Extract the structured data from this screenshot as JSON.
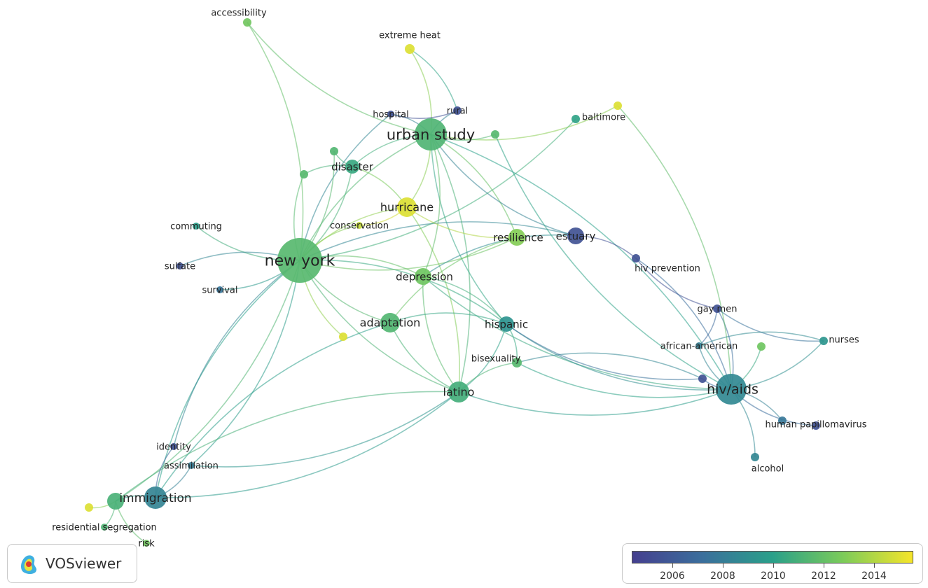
{
  "app": {
    "logo_text": "VOSviewer"
  },
  "legend": {
    "ticks": [
      "2006",
      "2008",
      "2010",
      "2012",
      "2014"
    ],
    "colors": [
      "#453f8f",
      "#3b6f9c",
      "#2aa08a",
      "#7bcb5a",
      "#f6e52a"
    ]
  },
  "nodes": [
    {
      "id": "new_york",
      "label": "new york",
      "year": 2011.6
    },
    {
      "id": "urban_study",
      "label": "urban study",
      "year": 2011.3
    },
    {
      "id": "hiv_aids",
      "label": "hiv/aids",
      "year": 2008.7
    },
    {
      "id": "immigration_b",
      "label": "immigration",
      "year": 2008.4
    },
    {
      "id": "immigration_g",
      "label": "",
      "year": 2011.1
    },
    {
      "id": "latino",
      "label": "latino",
      "year": 2010.9
    },
    {
      "id": "hurricane",
      "label": "hurricane",
      "year": 2015.0
    },
    {
      "id": "adaptation",
      "label": "adaptation",
      "year": 2011.4
    },
    {
      "id": "depression",
      "label": "depression",
      "year": 2012.4
    },
    {
      "id": "resilience",
      "label": "resilience",
      "year": 2013.0
    },
    {
      "id": "estuary",
      "label": "estuary",
      "year": 2005.5
    },
    {
      "id": "hispanic",
      "label": "hispanic",
      "year": 2009.3
    },
    {
      "id": "disaster",
      "label": "disaster",
      "year": 2010.5
    },
    {
      "id": "accessibility",
      "label": "accessibility",
      "year": 2012.5
    },
    {
      "id": "extreme_heat",
      "label": "extreme heat",
      "year": 2015.0
    },
    {
      "id": "hospital",
      "label": "hospital",
      "year": 2005.5
    },
    {
      "id": "rural",
      "label": "rural",
      "year": 2005.5
    },
    {
      "id": "baltimore",
      "label": "baltimore",
      "year": 2010.2
    },
    {
      "id": "baltimore_y",
      "label": "",
      "year": 2015.0
    },
    {
      "id": "commuting",
      "label": "commuting",
      "year": 2010.0
    },
    {
      "id": "sulfate",
      "label": "sulfate",
      "year": 2005.5
    },
    {
      "id": "survival",
      "label": "survival",
      "year": 2007.6
    },
    {
      "id": "conservation",
      "label": "conservation",
      "year": 2014.5
    },
    {
      "id": "hiv_prevention",
      "label": "hiv prevention",
      "year": 2005.5
    },
    {
      "id": "gay_men",
      "label": "gay men",
      "year": 2005.5
    },
    {
      "id": "african_american",
      "label": "african-american",
      "year": 2008.2
    },
    {
      "id": "nurses",
      "label": "nurses",
      "year": 2009.4
    },
    {
      "id": "bisexuality",
      "label": "bisexuality",
      "year": 2011.6
    },
    {
      "id": "human_papillomavirus",
      "label": "human papillomavirus",
      "year": 2007.7
    },
    {
      "id": "hpv_p",
      "label": "",
      "year": 2005.5
    },
    {
      "id": "alcohol",
      "label": "alcohol",
      "year": 2008.6
    },
    {
      "id": "identity",
      "label": "identity",
      "year": 2005.5
    },
    {
      "id": "assimilation",
      "label": "assimilation",
      "year": 2008.0
    },
    {
      "id": "residential_segregation",
      "label": "residential segregation",
      "year": 2011.3
    },
    {
      "id": "risk",
      "label": "risk",
      "year": 2012.5
    },
    {
      "id": "hiv_p",
      "label": "",
      "year": 2005.5
    },
    {
      "id": "n_green_right",
      "label": "",
      "year": 2012.4
    },
    {
      "id": "n_yellow_left",
      "label": "",
      "year": 2015.0
    },
    {
      "id": "n_disaster_a",
      "label": "",
      "year": 2011.4
    },
    {
      "id": "n_disaster_b",
      "label": "",
      "year": 2011.6
    },
    {
      "id": "n_urban_r",
      "label": "",
      "year": 2011.6
    },
    {
      "id": "n_yellow_adapt",
      "label": "",
      "year": 2015.0
    }
  ],
  "links": [
    [
      "new_york",
      "urban_study"
    ],
    [
      "new_york",
      "disaster"
    ],
    [
      "new_york",
      "hurricane"
    ],
    [
      "new_york",
      "adaptation"
    ],
    [
      "new_york",
      "depression"
    ],
    [
      "new_york",
      "latino"
    ],
    [
      "new_york",
      "hispanic"
    ],
    [
      "new_york",
      "resilience"
    ],
    [
      "new_york",
      "estuary"
    ],
    [
      "new_york",
      "accessibility"
    ],
    [
      "new_york",
      "commuting"
    ],
    [
      "new_york",
      "sulfate"
    ],
    [
      "new_york",
      "survival"
    ],
    [
      "new_york",
      "immigration_b"
    ],
    [
      "new_york",
      "immigration_g"
    ],
    [
      "new_york",
      "identity"
    ],
    [
      "new_york",
      "assimilation"
    ],
    [
      "new_york",
      "n_yellow_adapt"
    ],
    [
      "new_york",
      "conservation"
    ],
    [
      "new_york",
      "baltimore"
    ],
    [
      "new_york",
      "hospital"
    ],
    [
      "new_york",
      "n_disaster_a"
    ],
    [
      "new_york",
      "n_disaster_b"
    ],
    [
      "urban_study",
      "disaster"
    ],
    [
      "urban_study",
      "hurricane"
    ],
    [
      "urban_study",
      "extreme_heat"
    ],
    [
      "urban_study",
      "accessibility"
    ],
    [
      "urban_study",
      "hospital"
    ],
    [
      "urban_study",
      "rural"
    ],
    [
      "urban_study",
      "baltimore_y"
    ],
    [
      "urban_study",
      "latino"
    ],
    [
      "urban_study",
      "hispanic"
    ],
    [
      "urban_study",
      "depression"
    ],
    [
      "urban_study",
      "n_urban_r"
    ],
    [
      "urban_study",
      "resilience"
    ],
    [
      "urban_study",
      "estuary"
    ],
    [
      "urban_study",
      "hiv_aids"
    ],
    [
      "hurricane",
      "resilience"
    ],
    [
      "hurricane",
      "conservation"
    ],
    [
      "hurricane",
      "disaster"
    ],
    [
      "hurricane",
      "latino"
    ],
    [
      "depression",
      "latino"
    ],
    [
      "depression",
      "hispanic"
    ],
    [
      "depression",
      "hiv_aids"
    ],
    [
      "depression",
      "estuary"
    ],
    [
      "adaptation",
      "latino"
    ],
    [
      "adaptation",
      "resilience"
    ],
    [
      "adaptation",
      "immigration_b"
    ],
    [
      "adaptation",
      "hispanic"
    ],
    [
      "latino",
      "hispanic"
    ],
    [
      "latino",
      "bisexuality"
    ],
    [
      "latino",
      "hiv_aids"
    ],
    [
      "latino",
      "immigration_b"
    ],
    [
      "latino",
      "immigration_g"
    ],
    [
      "latino",
      "assimilation"
    ],
    [
      "hispanic",
      "hiv_aids"
    ],
    [
      "hispanic",
      "bisexuality"
    ],
    [
      "bisexuality",
      "hiv_aids"
    ],
    [
      "estuary",
      "hiv_prevention"
    ],
    [
      "hiv_prevention",
      "gay_men"
    ],
    [
      "hiv_prevention",
      "hiv_aids"
    ],
    [
      "hiv_aids",
      "gay_men"
    ],
    [
      "hiv_aids",
      "african_american"
    ],
    [
      "hiv_aids",
      "nurses"
    ],
    [
      "hiv_aids",
      "human_papillomavirus"
    ],
    [
      "hiv_aids",
      "hpv_p"
    ],
    [
      "hiv_aids",
      "alcohol"
    ],
    [
      "hiv_aids",
      "n_green_right"
    ],
    [
      "hiv_aids",
      "hiv_p"
    ],
    [
      "hiv_aids",
      "baltimore_y"
    ],
    [
      "gay_men",
      "african_american"
    ],
    [
      "gay_men",
      "nurses"
    ],
    [
      "african_american",
      "nurses"
    ],
    [
      "immigration_b",
      "immigration_g"
    ],
    [
      "immigration_b",
      "identity"
    ],
    [
      "immigration_b",
      "assimilation"
    ],
    [
      "immigration_g",
      "residential_segregation"
    ],
    [
      "immigration_g",
      "risk"
    ],
    [
      "immigration_g",
      "n_yellow_left"
    ],
    [
      "hospital",
      "rural"
    ],
    [
      "disaster",
      "n_disaster_a"
    ],
    [
      "disaster",
      "n_disaster_b"
    ],
    [
      "extreme_heat",
      "rural"
    ],
    [
      "hiv_p",
      "bisexuality"
    ],
    [
      "hiv_p",
      "hispanic"
    ],
    [
      "n_urban_r",
      "hiv_aids"
    ]
  ]
}
